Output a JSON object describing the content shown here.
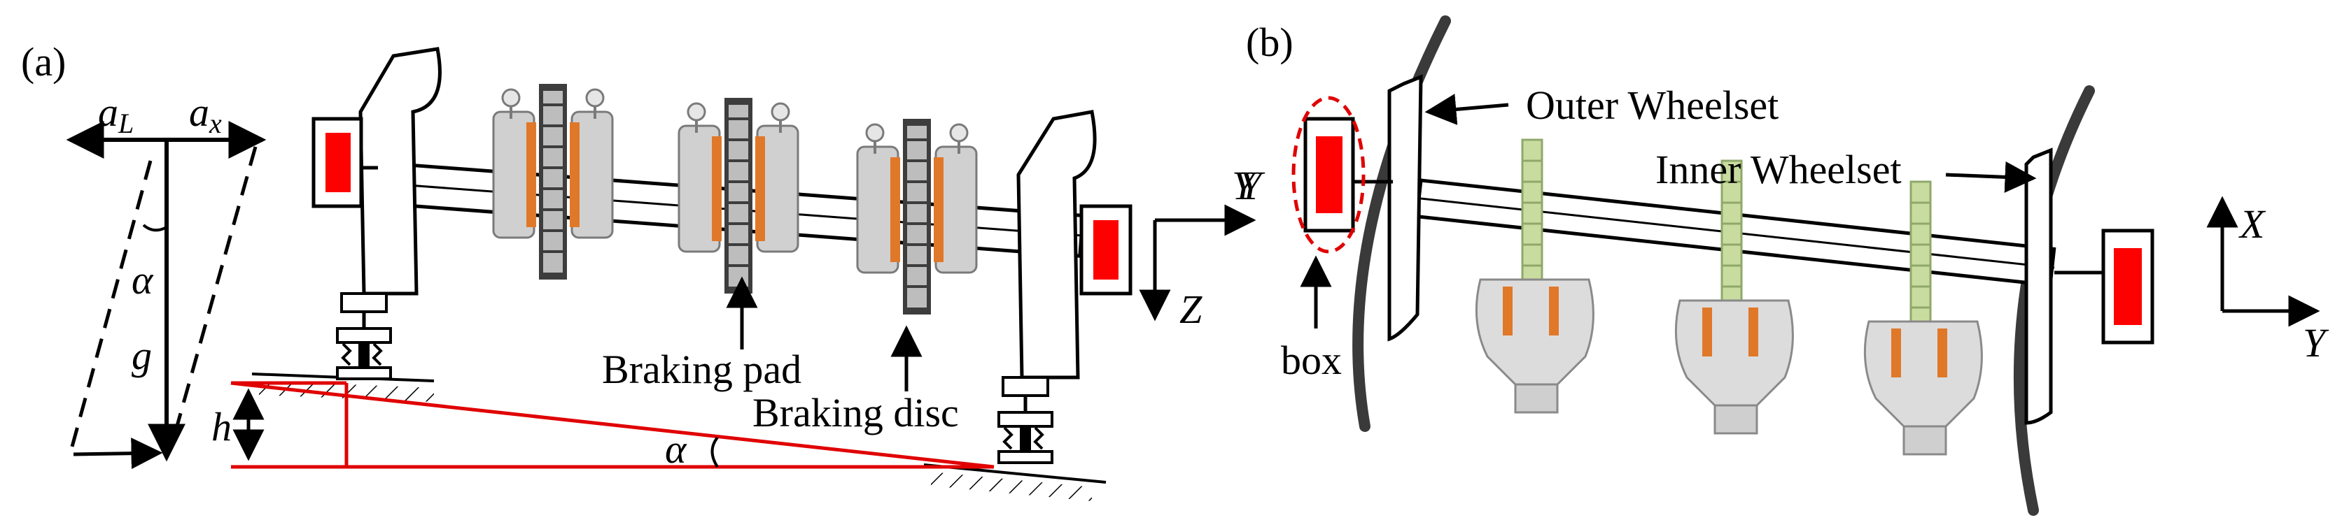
{
  "panel_a": {
    "label": "(a)",
    "vector_aL": "a",
    "vector_aL_sub": "L",
    "vector_ax": "a",
    "vector_ax_sub": "x",
    "alpha_top": "α",
    "gravity": "g",
    "height": "h",
    "slope_angle": "α",
    "braking_pad": "Braking pad",
    "braking_disc": "Braking disc",
    "axis_y": "Y",
    "axis_z": "Z"
  },
  "panel_b": {
    "label": "(b)",
    "outer_wheelset": "Outer Wheelset",
    "inner_wheelset": "Inner Wheelset",
    "box": "box",
    "axis_y_left": "Y",
    "axis_x": "X",
    "axis_y": "Y"
  },
  "colors": {
    "axlebox_fill": "#ff0000",
    "slope_line": "#e00000",
    "box_highlight": "#e00000",
    "brake_orange": "#e0782a",
    "brake_grey": "#c8c8c8",
    "disc_green": "#c9dca0"
  }
}
